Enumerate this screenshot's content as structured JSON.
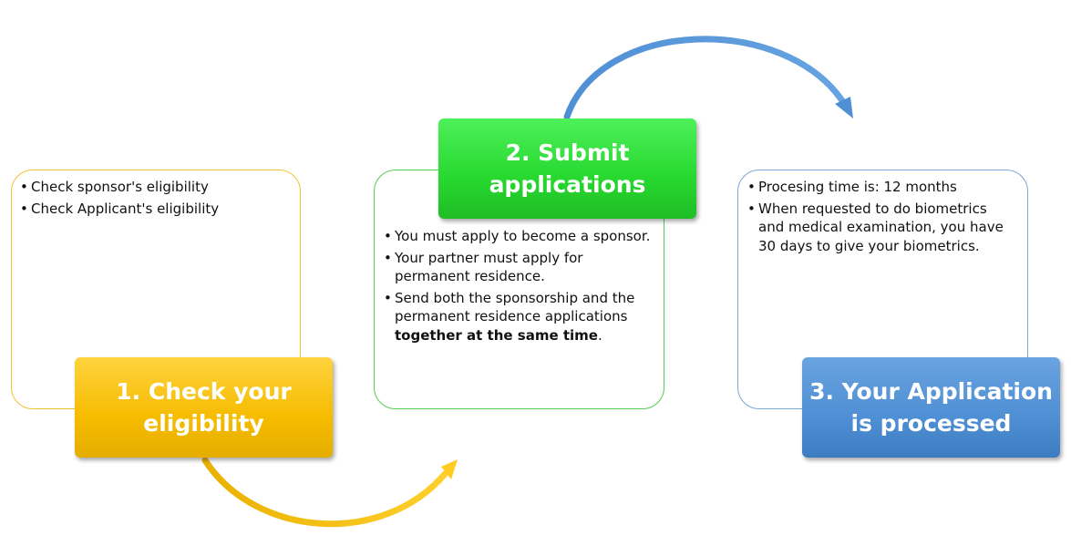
{
  "steps": [
    {
      "title_line1": "1. Check your",
      "title_line2": "eligibility",
      "color": "#f6bc00",
      "items": [
        "Check sponsor's eligibility",
        "Check Applicant's eligibility"
      ]
    },
    {
      "title_line1": "2. Submit",
      "title_line2": "applications",
      "color": "#27d82f",
      "items": [
        "You must apply to become a sponsor.",
        "Your partner must apply for permanent residence.",
        "Send both the sponsorship and the permanent residence applications "
      ],
      "item3_bold": "together at the same time",
      "item3_end": "."
    },
    {
      "title_line1": "3. Your Application",
      "title_line2": "is processed",
      "color": "#4f8fd4",
      "items": [
        "Procesing time is: 12 months",
        "When requested to do biometrics and medical examination, you have 30 days to give your biometrics."
      ]
    }
  ],
  "arrows": [
    {
      "from": "step-1",
      "to": "step-2",
      "color": "#f6bc00"
    },
    {
      "from": "step-2",
      "to": "step-3",
      "color": "#4f8fd4"
    }
  ]
}
